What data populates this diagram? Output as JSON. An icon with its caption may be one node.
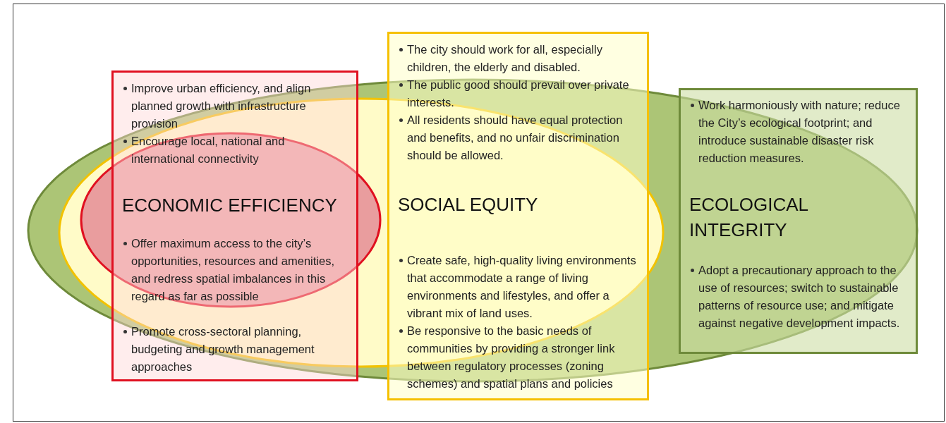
{
  "diagram": {
    "nodes": [
      {
        "text": [
          "Improve urban efficiency, and align planned growth with infrastructure provision",
          "Encourage local, national and international connectivity",
          "ECONOMIC EFFICIENCY",
          "Offer maximum access to the city’s opportunities, resources and amenities, and redress spatial imbalances in this regard as far as possible",
          "Promote cross-sectoral planning, budgeting and growth management approaches"
        ]
      },
      {
        "text": [
          "The city should work for all, especially children, the elderly and disabled.",
          "The public good should prevail over private interests.",
          "All residents should have equal protection and benefits, and no unfair discrimination should be allowed.",
          "SOCIAL EQUITY",
          "Create safe, high-quality living environments that accommodate a range of living environments and lifestyles, and offer a vibrant mix of land uses.",
          "Be responsive to the basic needs of communities by providing a stronger link between regulatory processes (zoning schemes) and spatial plans and policies"
        ]
      },
      {
        "text": [
          "Work harmoniously with nature; reduce the City’s ecological footprint; and introduce sustainable disaster risk reduction measures.",
          "ECOLOGICAL INTEGRITY",
          "Adopt a precautionary approach to the use of resources; switch to sustainable patterns of resource use; and mitigate against negative development impacts."
        ]
      }
    ],
    "edges": []
  }
}
